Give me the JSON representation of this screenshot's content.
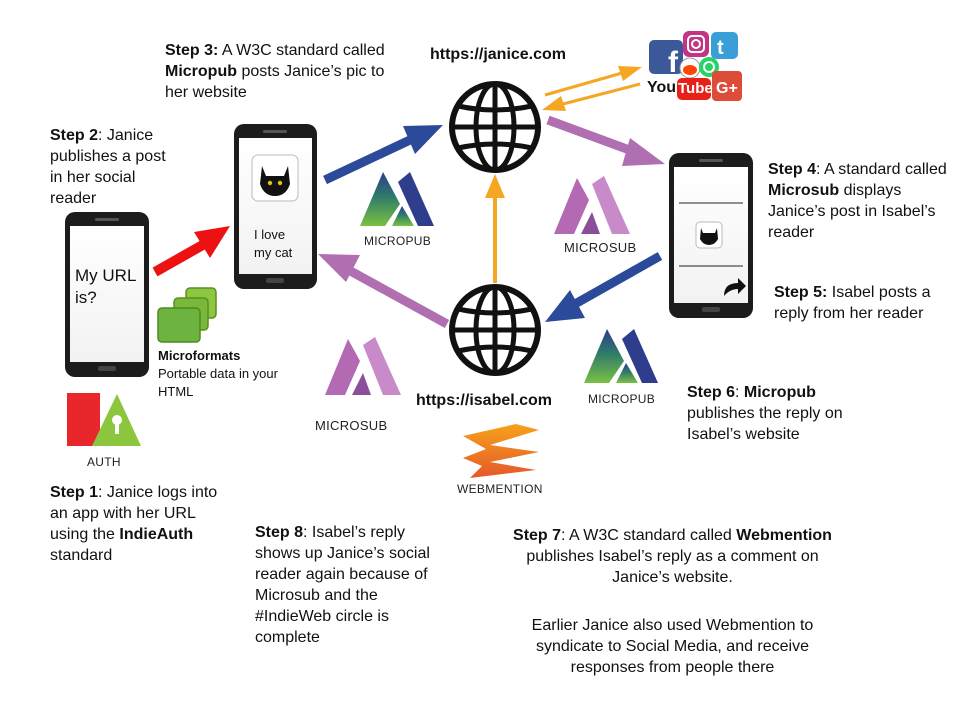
{
  "steps": {
    "s1": {
      "label": "Step 1",
      "t1": ": Janice logs into an app with her URL using the ",
      "bold": "IndieAuth",
      "t2": " standard"
    },
    "s2": {
      "label": "Step 2",
      "t1": ": Janice publishes a post in her social reader"
    },
    "s3": {
      "label": "Step 3:",
      "t1": " A W3C standard called ",
      "bold": "Micropub",
      "t2": " posts Janice’s pic to her website"
    },
    "s4": {
      "label": "Step 4",
      "t1": ": A standard called ",
      "bold": "Microsub",
      "t2": " displays Janice’s post in Isabel’s reader"
    },
    "s5": {
      "label": "Step 5:",
      "t1": " Isabel posts a reply from her reader"
    },
    "s6": {
      "label": "Step 6",
      "t1": ": ",
      "bold": "Micropub",
      "t2": " publishes the reply on Isabel’s website"
    },
    "s7": {
      "label": "Step 7",
      "t1": ": A W3C standard called ",
      "bold": "Webmention",
      "t2": " publishes Isabel’s reply as a comment on Janice’s website.",
      "extra": "Earlier Janice also used Webmention to syndicate to Social Media, and receive responses from people there"
    },
    "s8": {
      "label": "Step 8",
      "t1": ": Isabel’s reply shows up Janice’s social reader again because of Microsub and the #IndieWeb circle is complete"
    }
  },
  "urls": {
    "janice": "https://janice.com",
    "isabel": "https://isabel.com"
  },
  "phones": {
    "left": {
      "text": "My URL is?"
    },
    "middle": {
      "text": "I love my cat"
    }
  },
  "microformats": {
    "title": "Microformats",
    "desc": "Portable data in your HTML"
  },
  "logos": {
    "auth": "AUTH",
    "micropub_top": "MICROPUB",
    "microsub_right": "MICROSUB",
    "micropub_bottom": "MICROPUB",
    "microsub_left": "MICROSUB",
    "webmention": "WEBMENTION",
    "youtube_you": "You",
    "youtube_tube": "Tube"
  },
  "colors": {
    "red_arrow": "#ee1111",
    "blue_arrow": "#2c4a9a",
    "purple_arrow": "#b06fb0",
    "orange_arrow": "#f5a623",
    "microformats_green": "#6cb33f",
    "auth_red": "#e8262b",
    "auth_green": "#8cc63f"
  }
}
